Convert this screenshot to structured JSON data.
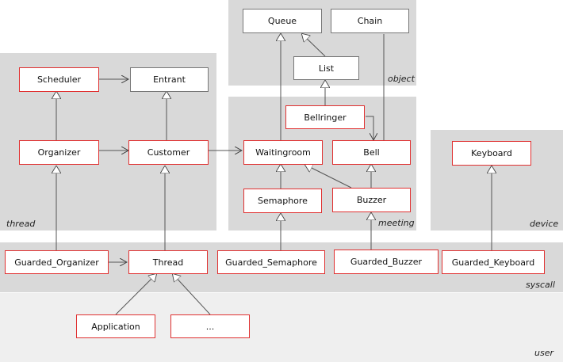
{
  "zones": {
    "object": "object",
    "thread": "thread",
    "meeting": "meeting",
    "device": "device",
    "syscall": "syscall",
    "user": "user"
  },
  "classes": {
    "queue": "Queue",
    "chain": "Chain",
    "list": "List",
    "scheduler": "Scheduler",
    "entrant": "Entrant",
    "organizer": "Organizer",
    "customer": "Customer",
    "bellringer": "Bellringer",
    "waitingroom": "Waitingroom",
    "bell": "Bell",
    "semaphore": "Semaphore",
    "buzzer": "Buzzer",
    "keyboard": "Keyboard",
    "guarded_organizer": "Guarded_Organizer",
    "thread": "Thread",
    "guarded_semaphore": "Guarded_Semaphore",
    "guarded_buzzer": "Guarded_Buzzer",
    "guarded_keyboard": "Guarded_Keyboard",
    "application": "Application",
    "ellipsis": "..."
  },
  "colors": {
    "zone_fill": "#d9d9d9",
    "user_fill": "#efefef",
    "red_border": "#e03030",
    "gray_border": "#777777"
  }
}
